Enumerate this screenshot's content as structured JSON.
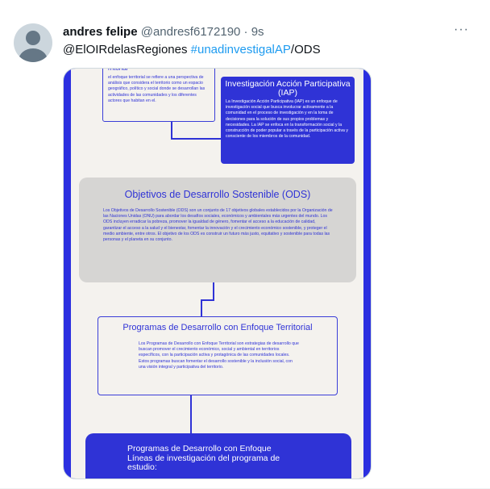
{
  "tweet": {
    "author_name": "andres felipe",
    "handle": "@andresf6172190",
    "dot": "·",
    "time": "9s",
    "more_label": "···",
    "text_mention": "@ElOIRdelasRegiones",
    "text_hashtag": "#unadinvestigalAP",
    "text_tail": "/ODS"
  },
  "poster": {
    "territorial": {
      "title": "rritorial",
      "body": "el enfoque territorial se refiere a una perspectiva de análisis que considera el territorio como un espacio geográfico, político y social donde se desarrollan las actividades de las comunidades y los diferentes actores que habitan en el."
    },
    "iap": {
      "title": "Investigación Acción Participativa (IAP)",
      "body": "La Investigación Acción Participativa (IAP) es un enfoque de investigación social que busca involucrar activamente a la comunidad en el proceso de investigación y en la toma de decisiones para la solución de sus propios problemas y necesidades. La IAP se enfoca en la transformación social y la construcción de poder popular a través de la participación activa y consciente de los miembros de la comunidad."
    },
    "ods": {
      "title": "Objetivos de Desarrollo Sostenible (ODS)",
      "body": "Los Objetivos de Desarrollo Sostenible (ODS) son un conjunto de 17 objetivos globales establecidos por la Organización de las Naciones Unidas (ONU) para abordar los desafíos sociales, económicos y ambientales más urgentes del mundo. Los ODS incluyen erradicar la pobreza, promover la igualdad de género, fomentar el acceso a la educación de calidad, garantizar el acceso a la salud y el bienestar, fomentar la innovación y el crecimiento económico sostenible, y proteger el medio ambiente, entre otros. El objetivo de los ODS es construir un futuro más justo, equitativo y sostenible para todas las personas y el planeta en su conjunto."
    },
    "programas": {
      "title": "Programas de Desarrollo con Enfoque Territorial",
      "body": "Los Programas de Desarrollo con Enfoque Territorial son estrategias de desarrollo que buscan promover el crecimiento económico, social y ambiental en territorios específicos, con la participación activa y protagónica de las comunidades locales. Estos programas buscan fomentar el desarrollo sostenible y la inclusión social, con una visión integral y participativa del territorio."
    },
    "programas_lineas": {
      "title": "Programas de Desarrollo con Enfoque Líneas de investigación del programa de estudio:"
    }
  },
  "colors": {
    "accent": "#2f33d6",
    "hashtag": "#1d9bf0",
    "text": "#0f1419",
    "muted": "#536471"
  }
}
